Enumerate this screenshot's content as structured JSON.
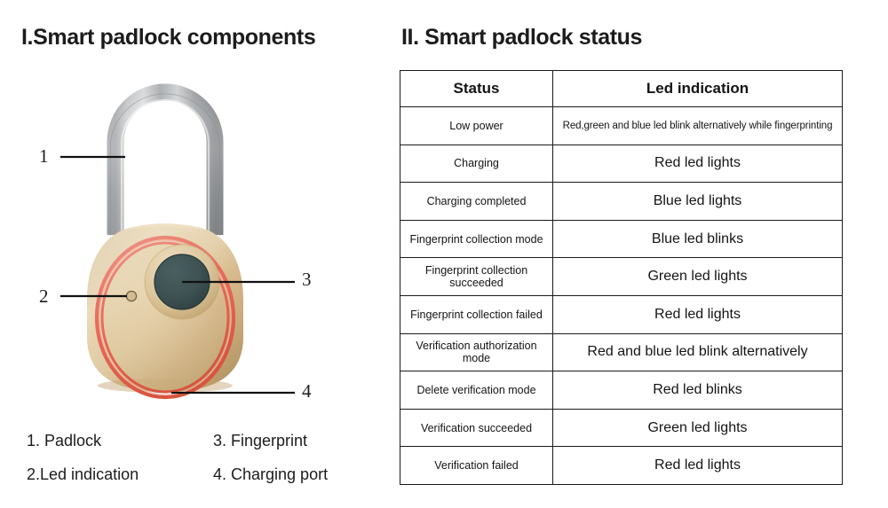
{
  "sections": {
    "left_heading": "I.Smart padlock components",
    "right_heading": "II. Smart padlock status"
  },
  "figure": {
    "name": "smart-padlock-illustration",
    "colors": {
      "body_gold": "#d8bc8e",
      "body_gold_light": "#e8d5ae",
      "body_gold_dark": "#b9995f",
      "led_ring_red": "#e8705f",
      "sensor_dark": "#3c4f50",
      "shackle_silver": "#c9cbcd",
      "callout_line": "#111111"
    },
    "callouts": [
      {
        "number": "1",
        "target": "shackle"
      },
      {
        "number": "2",
        "target": "led-indication-hole"
      },
      {
        "number": "3",
        "target": "fingerprint-sensor"
      },
      {
        "number": "4",
        "target": "charging-port"
      }
    ]
  },
  "legend": [
    "1. Padlock",
    "3. Fingerprint",
    "2.Led indication",
    "4. Charging port"
  ],
  "table": {
    "headers": [
      "Status",
      "Led indication"
    ],
    "rows": [
      {
        "status": "Low power",
        "led": "Red,green and blue led blink  alternatively while fingerprinting",
        "small": true
      },
      {
        "status": "Charging",
        "led": "Red led lights",
        "small": false
      },
      {
        "status": "Charging completed",
        "led": "Blue led lights",
        "small": false
      },
      {
        "status": "Fingerprint collection mode",
        "led": "Blue led blinks",
        "small": false
      },
      {
        "status": "Fingerprint collection succeeded",
        "led": "Green led lights",
        "small": false
      },
      {
        "status": "Fingerprint collection failed",
        "led": "Red led lights",
        "small": false
      },
      {
        "status": "Verification authorization mode",
        "led": "Red and blue led blink alternatively",
        "small": false
      },
      {
        "status": "Delete verification mode",
        "led": "Red led blinks",
        "small": false
      },
      {
        "status": "Verification succeeded",
        "led": "Green led lights",
        "small": false
      },
      {
        "status": "Verification failed",
        "led": "Red led lights",
        "small": false
      }
    ]
  }
}
